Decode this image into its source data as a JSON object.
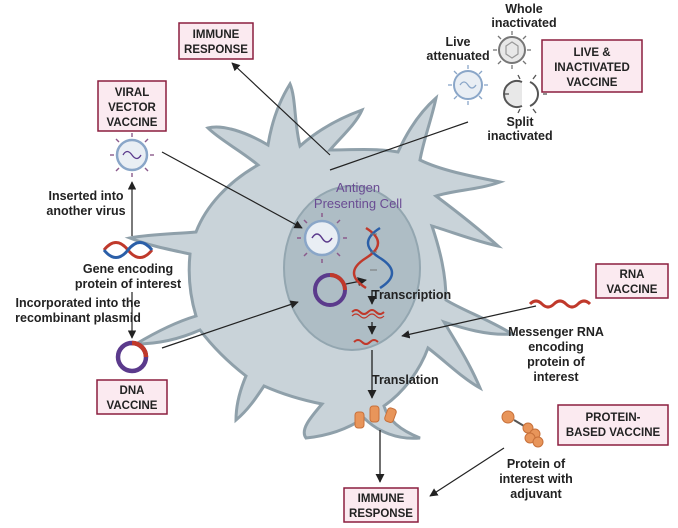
{
  "cell": {
    "title_line1": "Antigen",
    "title_line2": "Presenting Cell",
    "membrane_color": "#c9d3d9",
    "nucleus_color": "#aebdc5",
    "title_color": "#6a4c93"
  },
  "boxes": {
    "immune_top": {
      "line1": "IMMUNE",
      "line2": "RESPONSE"
    },
    "immune_bottom": {
      "line1": "IMMUNE",
      "line2": "RESPONSE"
    },
    "viral_vector": {
      "line1": "VIRAL",
      "line2": "VECTOR",
      "line3": "VACCINE"
    },
    "live_inactivated": {
      "line1": "LIVE &",
      "line2": "INACTIVATED",
      "line3": "VACCINE"
    },
    "dna": {
      "line1": "DNA",
      "line2": "VACCINE"
    },
    "rna": {
      "line1": "RNA",
      "line2": "VACCINE"
    },
    "protein": {
      "line1": "PROTEIN-",
      "line2": "BASED VACCINE"
    },
    "box_fill": "#fbeaf0",
    "box_border": "#8b1e3f"
  },
  "labels": {
    "whole_inactivated": {
      "line1": "Whole",
      "line2": "inactivated"
    },
    "live_attenuated": {
      "line1": "Live",
      "line2": "attenuated"
    },
    "split_inactivated": {
      "line1": "Split",
      "line2": "inactivated"
    },
    "inserted": {
      "line1": "Inserted into",
      "line2": "another virus"
    },
    "gene_encoding": {
      "line1": "Gene encoding",
      "line2": "protein of interest"
    },
    "incorporated": {
      "line1": "Incorporated into the",
      "line2": "recombinant plasmid"
    },
    "transcription": "Transcription",
    "translation": "Translation",
    "mrna": {
      "line1": "Messenger RNA",
      "line2": "encoding",
      "line3": "protein of",
      "line4": "interest"
    },
    "protein_adjuvant": {
      "line1": "Protein of",
      "line2": "interest with",
      "line3": "adjuvant"
    }
  },
  "colors": {
    "dna_red": "#c0392b",
    "dna_blue": "#2b5fa8",
    "plasmid_purple": "#5b3a8c",
    "virus_blue": "#8aa6c8",
    "protein_orange": "#e8955a",
    "arrow": "#222222"
  }
}
